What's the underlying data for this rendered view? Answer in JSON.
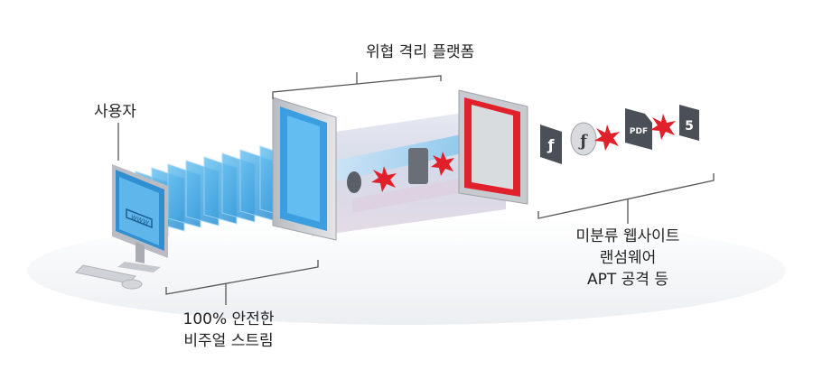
{
  "labels": {
    "user": "사용자",
    "platform": "위협 격리 플랫폼",
    "stream_line1": "100% 안전한",
    "stream_line2": "비주얼 스트림",
    "threats_line1": "미분류 웹사이트",
    "threats_line2": "랜섬웨어",
    "threats_line3": "APT 공격 등"
  },
  "monitor_screen_text": "WWW",
  "file_icon_texts": {
    "html5": "5",
    "pdf": "PDF"
  },
  "colors": {
    "screen_blue": "#3da2e0",
    "panel_blue": "#4fb3ea",
    "frame_silver": "#c9ccd0",
    "threat_red": "#e0202a",
    "line_gray": "#555555",
    "text": "#222222"
  },
  "icons": [
    "monitor-icon",
    "keyboard-icon",
    "mouse-icon",
    "flash-file-icon",
    "flash-disc-icon",
    "burst-icon",
    "pdf-file-icon",
    "html5-file-icon"
  ]
}
